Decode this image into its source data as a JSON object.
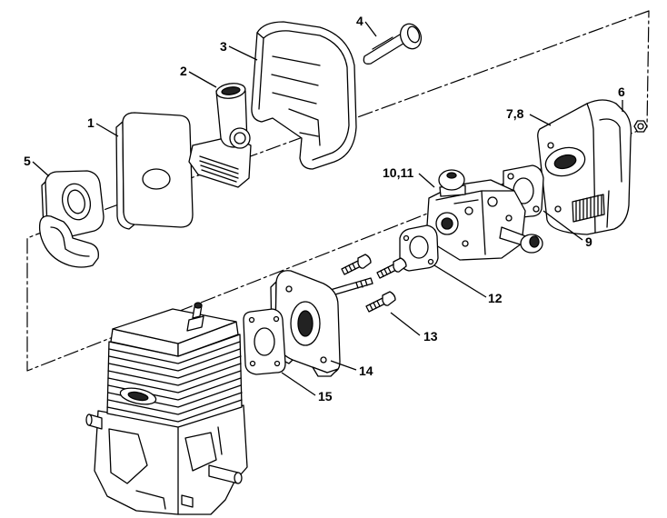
{
  "callouts": [
    "1",
    "2",
    "3",
    "4",
    "5",
    "6",
    "7,8",
    "9",
    "10,11",
    "12",
    "13",
    "14",
    "15"
  ]
}
